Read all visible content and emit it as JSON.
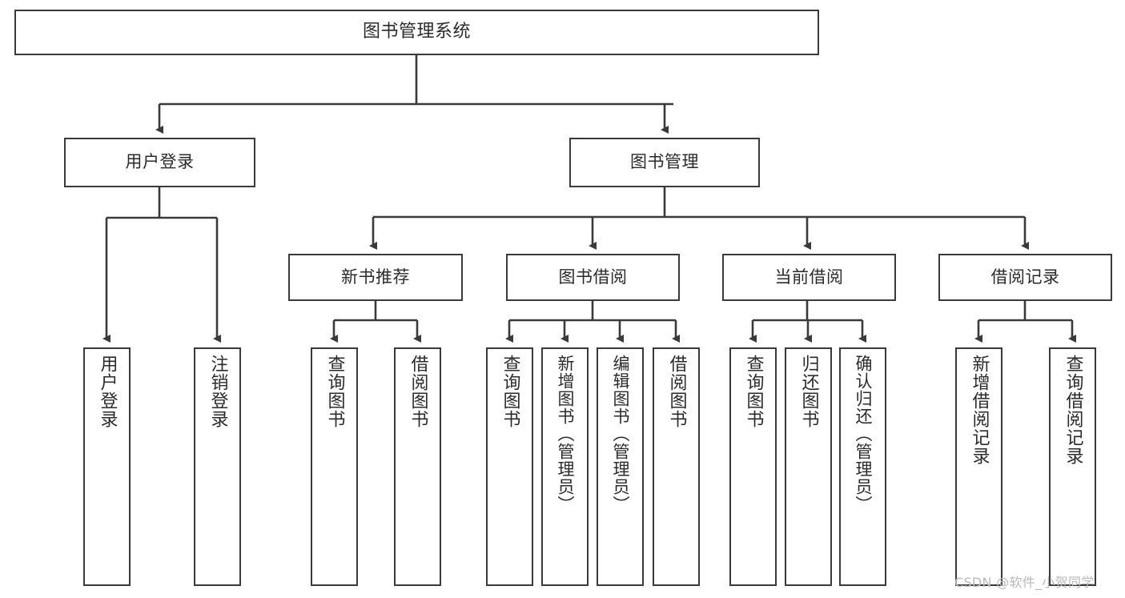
{
  "diagram": {
    "title": "图书管理系统",
    "type": "tree-hierarchy-chart",
    "watermark": "CSDN @软件_小贺同学",
    "colors": {
      "stroke": "#3a3a3a",
      "fill": "#ffffff",
      "text": "#2b2b2b",
      "watermark": "#b9b9b9"
    },
    "nodes": {
      "root": {
        "label": "图书管理系统"
      },
      "level2": [
        {
          "id": "user-login",
          "label": "用户登录"
        },
        {
          "id": "book-manage",
          "label": "图书管理"
        }
      ],
      "level3": [
        {
          "id": "new-book-recommend",
          "label": "新书推荐"
        },
        {
          "id": "book-borrow",
          "label": "图书借阅"
        },
        {
          "id": "current-borrow",
          "label": "当前借阅"
        },
        {
          "id": "borrow-record",
          "label": "借阅记录"
        }
      ],
      "leaves": {
        "user-login": [
          {
            "id": "leaf-user-login",
            "label": "用户登录"
          },
          {
            "id": "leaf-logout-login",
            "label": "注销登录"
          }
        ],
        "new-book-recommend": [
          {
            "id": "leaf-query-book-1",
            "label": "查询图书"
          },
          {
            "id": "leaf-borrow-book-1",
            "label": "借阅图书"
          }
        ],
        "book-borrow": [
          {
            "id": "leaf-query-book-2",
            "label": "查询图书"
          },
          {
            "id": "leaf-add-book",
            "label": "新增图书（管理员）"
          },
          {
            "id": "leaf-edit-book",
            "label": "编辑图书（管理员）"
          },
          {
            "id": "leaf-borrow-book-2",
            "label": "借阅图书"
          }
        ],
        "current-borrow": [
          {
            "id": "leaf-query-book-3",
            "label": "查询图书"
          },
          {
            "id": "leaf-return-book",
            "label": "归还图书"
          },
          {
            "id": "leaf-confirm-return",
            "label": "确认归还（管理员）"
          }
        ],
        "borrow-record": [
          {
            "id": "leaf-add-record",
            "label": "新增借阅记录"
          },
          {
            "id": "leaf-query-record",
            "label": "查询借阅记录"
          }
        ]
      }
    }
  }
}
